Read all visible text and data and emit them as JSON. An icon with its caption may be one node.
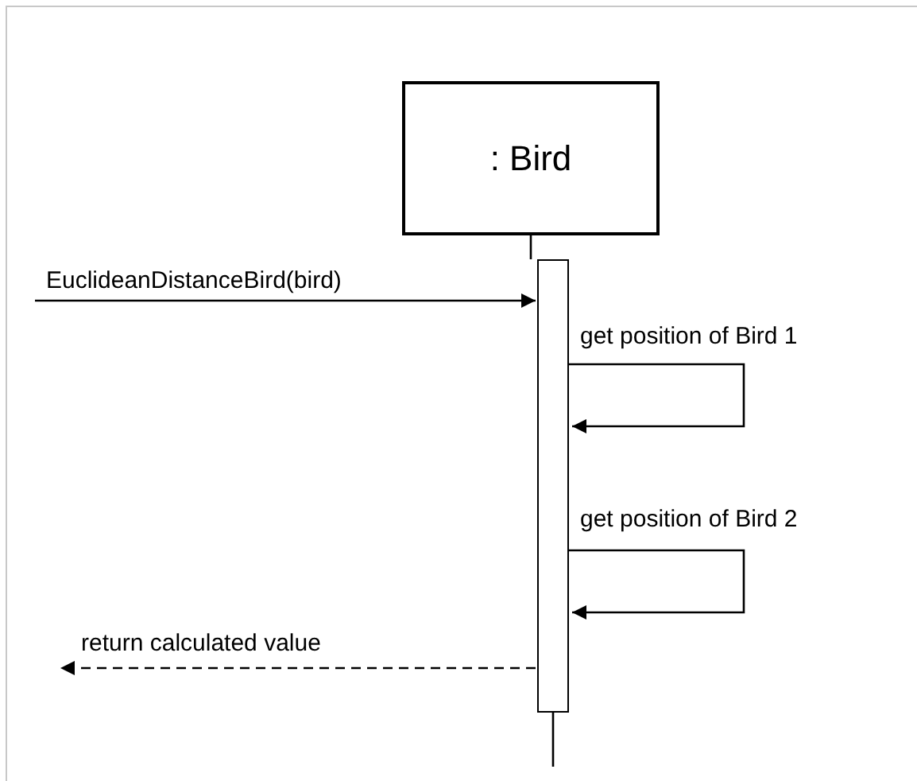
{
  "diagram": {
    "nodes": [
      {
        "text": [
          ": Bird"
        ]
      },
      {
        "text": [],
        "shape": "bar"
      }
    ],
    "edges": [
      {
        "from": 0,
        "to": 1,
        "arrow": "none"
      },
      {
        "from": 1,
        "to": null,
        "arrow": "none"
      },
      {
        "from": null,
        "to": 1,
        "arrow": "to",
        "label": "EuclideanDistanceBird(bird)"
      },
      {
        "from": 1,
        "to": 1,
        "arrow": "to",
        "label": "get position of Bird 1"
      },
      {
        "from": 1,
        "to": 1,
        "arrow": "to",
        "label": "get position of Bird 2"
      },
      {
        "from": 1,
        "to": null,
        "arrow": "to",
        "label": "return calculated value",
        "style": "dashed"
      }
    ]
  }
}
